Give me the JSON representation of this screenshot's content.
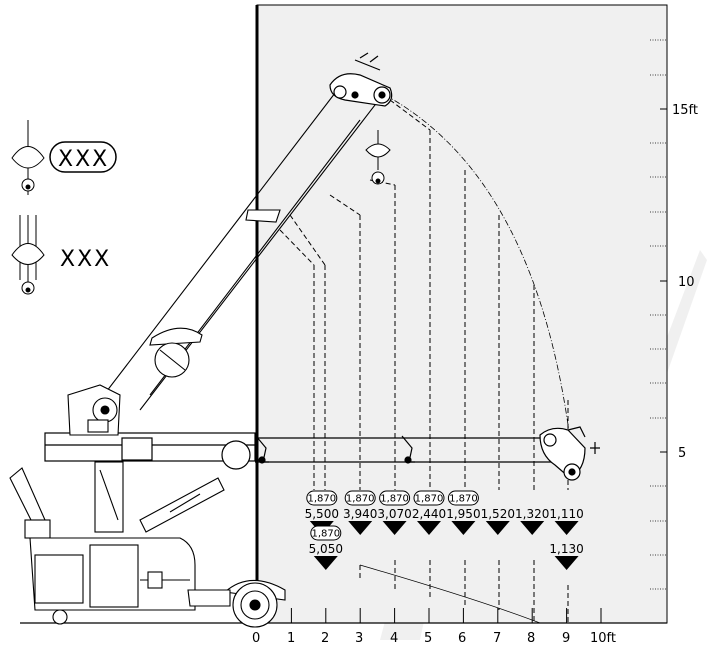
{
  "legend": {
    "single_line_label": "XXX",
    "multi_line_label": "XXX"
  },
  "axes": {
    "x_ticks": [
      "0",
      "1",
      "2",
      "3",
      "4",
      "5",
      "6",
      "7",
      "8",
      "9",
      "10ft"
    ],
    "y_ticks": [
      "5",
      "10",
      "15ft"
    ]
  },
  "load_points": [
    {
      "x": 2,
      "top": "1,870",
      "value": "5,500",
      "row": "upper"
    },
    {
      "x": 3,
      "top": "1,870",
      "value": "3,940",
      "row": "upper"
    },
    {
      "x": 4,
      "top": "1,870",
      "value": "3,070",
      "row": "upper"
    },
    {
      "x": 5,
      "top": "1,870",
      "value": "2,440",
      "row": "upper"
    },
    {
      "x": 6,
      "top": "1,870",
      "value": "1,950",
      "row": "upper"
    },
    {
      "x": 7,
      "top": "",
      "value": "1,520",
      "row": "upper"
    },
    {
      "x": 8,
      "top": "",
      "value": "1,320",
      "row": "upper"
    },
    {
      "x": 9,
      "top": "",
      "value": "1,110",
      "row": "upper"
    },
    {
      "x": 2,
      "top": "1,870",
      "value": "5,050",
      "row": "lower"
    },
    {
      "x": 9,
      "top": "",
      "value": "1,130",
      "row": "lower"
    }
  ]
}
